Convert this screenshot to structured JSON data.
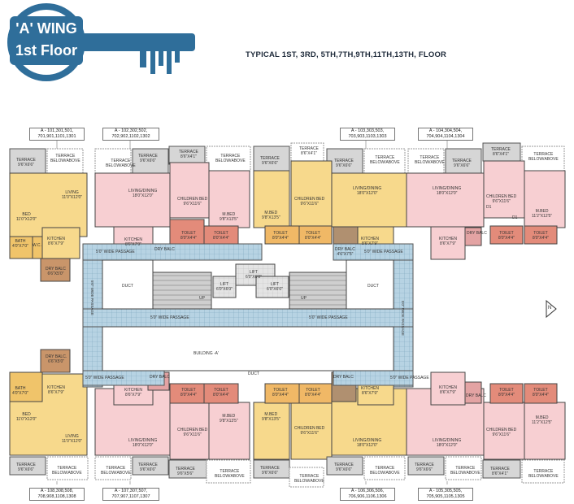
{
  "badge": {
    "wing": "'A' WING",
    "floor": "1st Floor"
  },
  "heading": "TYPICAL 1ST, 3RD, 5TH,7TH,9TH,11TH,13TH, FLOOR",
  "unit_tags": {
    "top": [
      {
        "line1": "A - 101,301,501,",
        "line2": "701,901,1101,1301"
      },
      {
        "line1": "A - 102,302,502,",
        "line2": "702,902,1102,1302"
      },
      {
        "line1": "A - 103,303,503,",
        "line2": "703,903,1103,1303"
      },
      {
        "line1": "A - 104,304,504,",
        "line2": "704,904,1104,1304"
      }
    ],
    "bottom": [
      {
        "line1": "A - 108,308,508,",
        "line2": "708,908,1108,1308"
      },
      {
        "line1": "A - 107,307,507,",
        "line2": "707,907,1107,1307"
      },
      {
        "line1": "A - 106,306,506,",
        "line2": "706,906,1106,1306"
      },
      {
        "line1": "A - 105,305,505,",
        "line2": "705,905,1105,1305"
      }
    ]
  },
  "rooms": {
    "terrace": "TERRACE",
    "terrace_below": "TERRACE",
    "below_above": "BELOW/ABOVE",
    "bed": "BED",
    "m_bed": "M.BED",
    "children_bed": "CHILDREN BED",
    "living": "LIVING",
    "living_dining": "LIVING/DINING",
    "kitchen": "KITCHEN",
    "toilet": "TOILET",
    "bath": "BATH",
    "wc": "W.C.",
    "dry_balc": "DRY BALC",
    "dry_balc_2": "DRY BALC.",
    "d1": "D1"
  },
  "dims": {
    "terrace_a": "9'6\"X6'6\"",
    "terrace_b": "8'6\"X4'1\"",
    "terrace_c": "9'6\"X5'6\"",
    "bed": "11'0\"X12'0\"",
    "living": "11'0\"X12'0\"",
    "kitchen": "8'6\"X7'9\"",
    "bath": "4'0\"X7'0\"",
    "wc": "3'0\"X4'0\"",
    "dry_balc": "6'6\"X5'0\"",
    "living_dining": "18'0\"X12'0\"",
    "children_bed": "9'6\"X11'6\"",
    "m_bed": "11'2\"X12'5\"",
    "m_bed_b": "9'8\"X13'5\"",
    "toilet": "8'0\"X4'4\"",
    "dry_balc_b": "4'6\"X7'5\""
  },
  "core": {
    "duct": "DUCT",
    "lift": "LIFT",
    "lift_dim": "6'0\"X6'0\"",
    "up": "UP",
    "building": "BUILDING -A'",
    "passage_h": "5'0\" WIDE PASSAGE",
    "passage_v": "5'0\" WIDE PASSAGE",
    "north": "N"
  }
}
